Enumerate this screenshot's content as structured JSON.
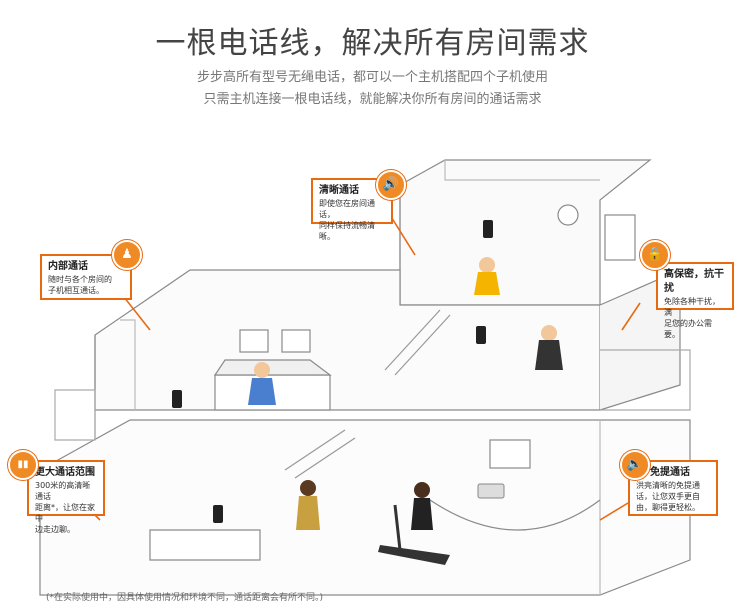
{
  "header": {
    "title": "一根电话线，解决所有房间需求",
    "subtitle_line1": "步步高所有型号无绳电话，都可以一个主机搭配四个子机使用",
    "subtitle_line2": "只需主机连接一根电话线，就能解决你所有房间的通话需求"
  },
  "callouts": {
    "clear": {
      "title": "清晰通话",
      "desc1": "即使您在房间通话，",
      "desc2": "同样保持流畅清晰。",
      "icon": "speaker-waves-icon"
    },
    "internal": {
      "title": "内部通话",
      "desc1": "随时与各个房间的",
      "desc2": "子机相互通话。",
      "icon": "people-icon"
    },
    "secure": {
      "title": "高保密，抗干扰",
      "desc1": "免除各种干扰，满",
      "desc2": "足您的办公需要。",
      "icon": "lock-icon"
    },
    "range": {
      "title": "更大通话范围",
      "desc1": "300米的高清晰通话",
      "desc2": "距离*，让您在家中",
      "desc3": "边走边聊。",
      "icon": "signal-bars-icon"
    },
    "handsfree": {
      "title": "免提通话",
      "desc1": "洪亮清晰的免提通",
      "desc2": "话，让您双手更自",
      "desc3": "由，聊得更轻松。",
      "icon": "speaker-icon"
    }
  },
  "footnote": "(*在实际使用中，因具体使用情况和环境不同，通话距离会有所不同。)",
  "colors": {
    "accent": "#e86a10",
    "badge": "#f08a24",
    "line": "#888888"
  }
}
